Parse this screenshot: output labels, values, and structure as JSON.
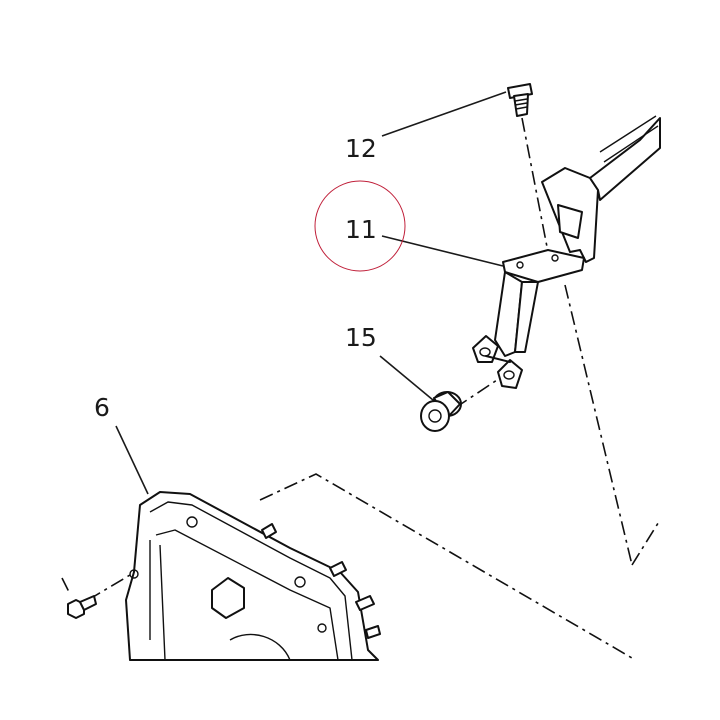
{
  "diagram": {
    "callouts": [
      {
        "id": "callout-12",
        "text": "12"
      },
      {
        "id": "callout-11",
        "text": "11",
        "highlighted": true
      },
      {
        "id": "callout-15",
        "text": "15"
      },
      {
        "id": "callout-6",
        "text": "6"
      }
    ],
    "highlight_color": "#c0203a",
    "line_color": "#1a1a1a"
  }
}
